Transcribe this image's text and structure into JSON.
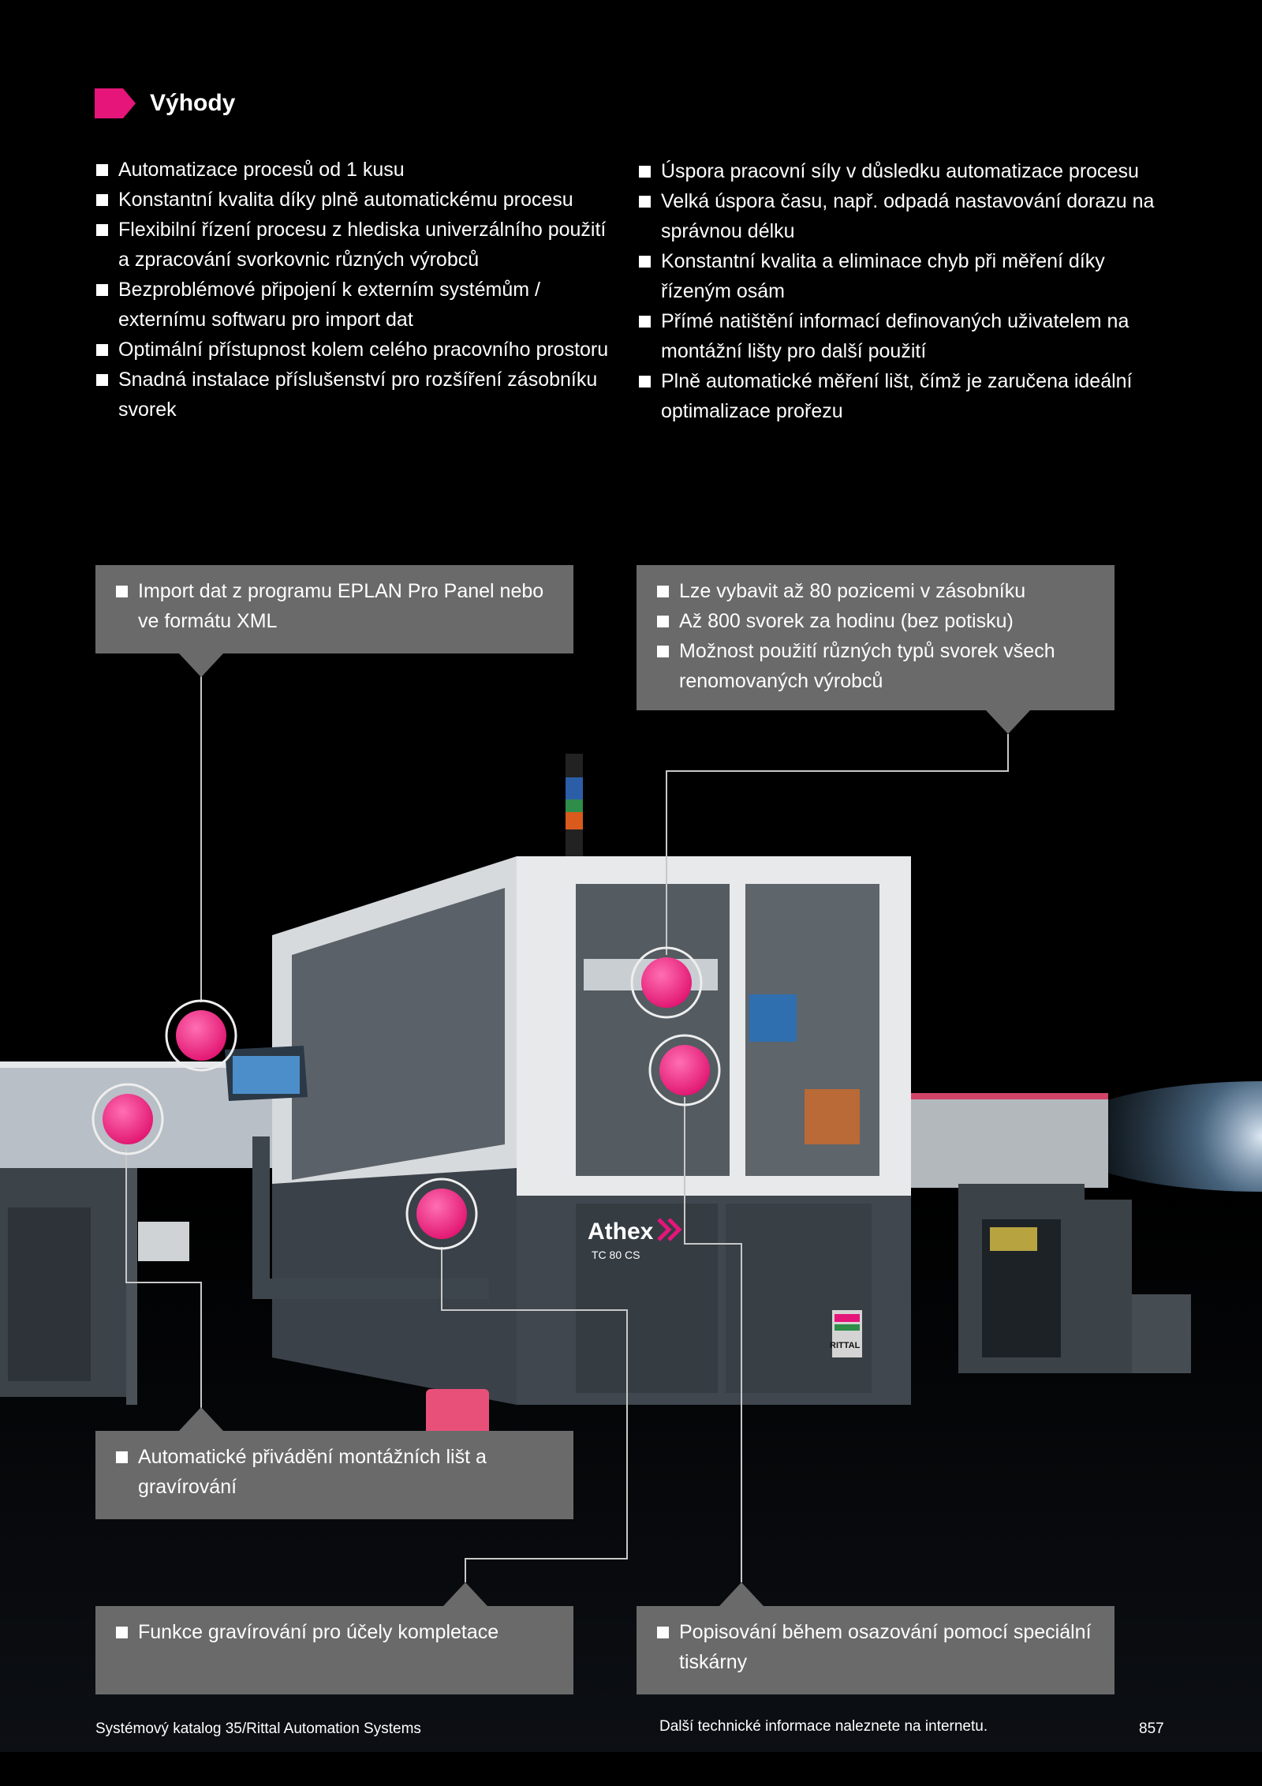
{
  "heading": "Výhody",
  "colors": {
    "accent": "#e5157a",
    "callout_bg": "#6a6a6a",
    "background": "#000000"
  },
  "advantages_left": [
    "Automatizace procesů od 1 kusu",
    "Konstantní kvalita díky plně automatickému procesu",
    "Flexibilní řízení procesu z hlediska univerzálního použití a zpracování svorkovnic různých výrobců",
    "Bezproblémové připojení k externím systémům / externímu softwaru pro import dat",
    "Optimální přístupnost kolem celého pracovního prostoru",
    "Snadná instalace příslušenství pro rozšíření zásobníku svorek"
  ],
  "advantages_right": [
    "Úspora pracovní síly v důsledku automatizace procesu",
    "Velká úspora času, např. odpadá nastavování dorazu na správnou délku",
    "Konstantní kvalita a eliminace chyb při měření díky řízeným osám",
    "Přímé natištění informací definovaných uživatelem na montážní lišty pro další použití",
    "Plně automatické měření lišt, čímž je zaručena ideální optimalizace prořezu"
  ],
  "callouts": {
    "top_left": [
      "Import dat z programu EPLAN Pro Panel nebo ve formátu XML"
    ],
    "top_right": [
      "Lze vybavit až 80 pozicemi v zásobníku",
      "Až 800 svorek za hodinu (bez potisku)",
      "Možnost použití různých typů svorek všech renomovaných výrobců"
    ],
    "middle_left": [
      "Automatické přivádění montážních lišt a gravírování"
    ],
    "bottom_left": [
      "Funkce gravírování pro účely kompletace"
    ],
    "bottom_right": [
      "Popisování během osazování pomocí speciální tiskárny"
    ]
  },
  "machine": {
    "brand": "Athex",
    "model": "TC 80 CS",
    "logo": "RITTAL"
  },
  "footer": {
    "left": "Systémový katalog 35/Rittal Automation Systems",
    "center": "Další technické informace naleznete na internetu.",
    "page": "857"
  }
}
